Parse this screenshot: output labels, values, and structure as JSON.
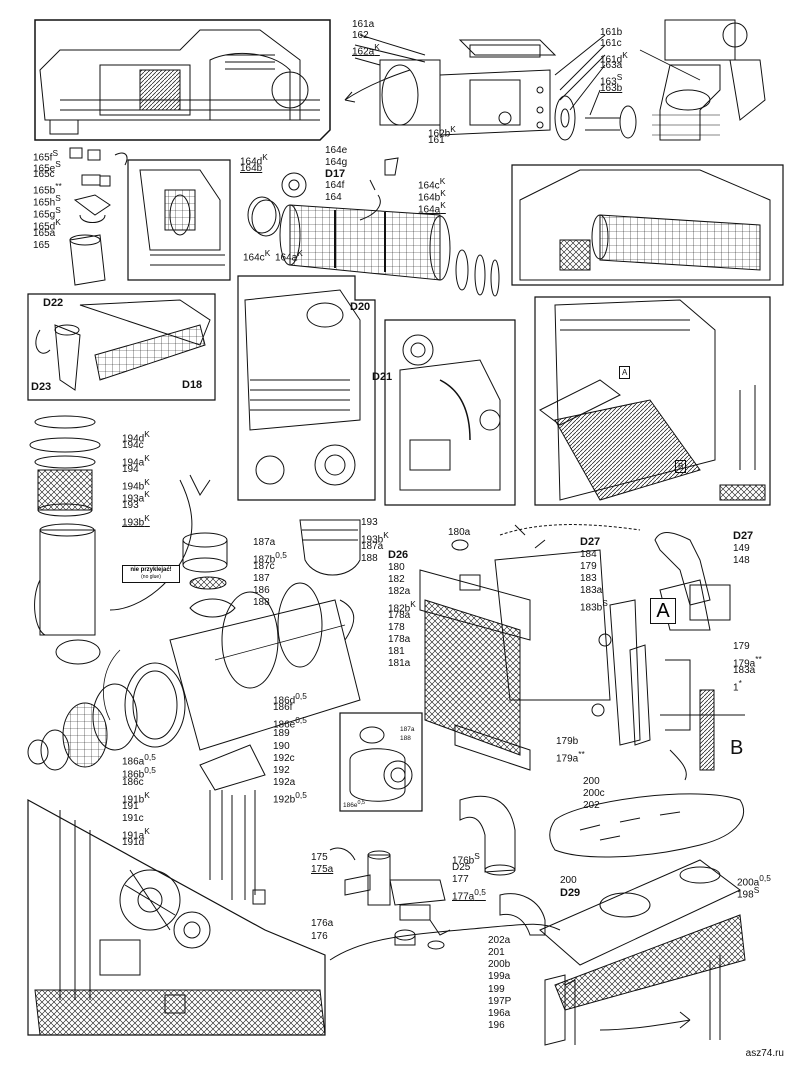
{
  "labels": {
    "l161a": "161a",
    "l162": "162",
    "l162a": "162a",
    "l162b": "162b",
    "l161": "161",
    "l161b": "161b",
    "l161c": "161c",
    "l161d": "161d",
    "l163a": "163a",
    "l163": "163",
    "l163b": "163b",
    "l165f": "165f",
    "l165e": "165e",
    "l165c": "165c",
    "l165b": "165b",
    "l165h": "165h",
    "l165g": "165g",
    "l165d": "165d",
    "l165a": "165a",
    "l165": "165",
    "l164d": "164d",
    "l164b1": "164b",
    "l164c1": "164c",
    "l164a1": "164a",
    "l164e": "164e",
    "l164g": "164g",
    "lD17": "D17",
    "l164f": "164f",
    "l164": "164",
    "l164c2": "164c",
    "l164b2": "164b",
    "l164a2": "164a",
    "lD22": "D22",
    "lD23": "D23",
    "lD18": "D18",
    "lD20": "D20",
    "lD21": "D21",
    "l194d": "194d",
    "l194c": "194c",
    "l194a": "194a",
    "l194": "194",
    "l194b": "194b",
    "l193a1": "193a",
    "l193": "193",
    "l193b1": "193b",
    "l187a1": "187a",
    "l187b": "187b",
    "l187c": "187c",
    "l187": "187",
    "l186": "186",
    "l188a": "188",
    "l193b": "193",
    "l193b2": "193b",
    "l187a2": "187a",
    "l188b": "188",
    "l180a": "180a",
    "lD26": "D26",
    "l180": "180",
    "l182": "182",
    "l182a": "182a",
    "l182b": "182b",
    "l178a1": "178a",
    "l178": "178",
    "l178a2": "178a",
    "l181": "181",
    "l181a": "181a",
    "lD27a": "D27",
    "l184": "184",
    "l179": "179",
    "l183": "183",
    "l183a": "183a",
    "l183b": "183b",
    "lD27b": "D27",
    "l149": "149",
    "l148": "148",
    "l179c": "179",
    "l179a": "179a",
    "l183a2": "183a",
    "l1": "1",
    "l179b": "179b",
    "l179a2": "179a",
    "l186d": "186d",
    "l186f": "186f",
    "l186e": "186e",
    "l189": "189",
    "l190": "190",
    "l192c": "192c",
    "l192": "192",
    "l192a": "192a",
    "l192b": "192b",
    "l186a": "186a",
    "l186b": "186b",
    "l186c": "186c",
    "l191b": "191b",
    "l191": "191",
    "l191c": "191c",
    "l191a": "191a",
    "l191d": "191d",
    "l187aS": "187a",
    "l188S": "188",
    "l186eS": "186e",
    "l200": "200",
    "l200c": "200c",
    "l202": "202",
    "l175": "175",
    "l175a": "175a",
    "l176b": "176b",
    "lD25": "D25",
    "l177": "177",
    "l177a": "177a",
    "l176a": "176a",
    "l176": "176",
    "l200b2": "200",
    "lD29": "D29",
    "l200a": "200a",
    "l198": "198",
    "l202a": "202a",
    "l201": "201",
    "l200b": "200b",
    "l199a": "199a",
    "l199": "199",
    "l197P": "197P",
    "l196a": "196a",
    "l196": "196"
  },
  "superscripts": {
    "k": "K",
    "s": "S",
    "half": "0,5",
    "stars": "**",
    "star": "*"
  },
  "boxes": {
    "A1": "A",
    "A2": "A",
    "B1": "B",
    "B2": "B"
  },
  "note": {
    "title": "nie przyklejać!",
    "sub": "(no glue)"
  },
  "watermark": "asz74.ru",
  "colors": {
    "ink": "#111111",
    "paper": "#ffffff"
  }
}
